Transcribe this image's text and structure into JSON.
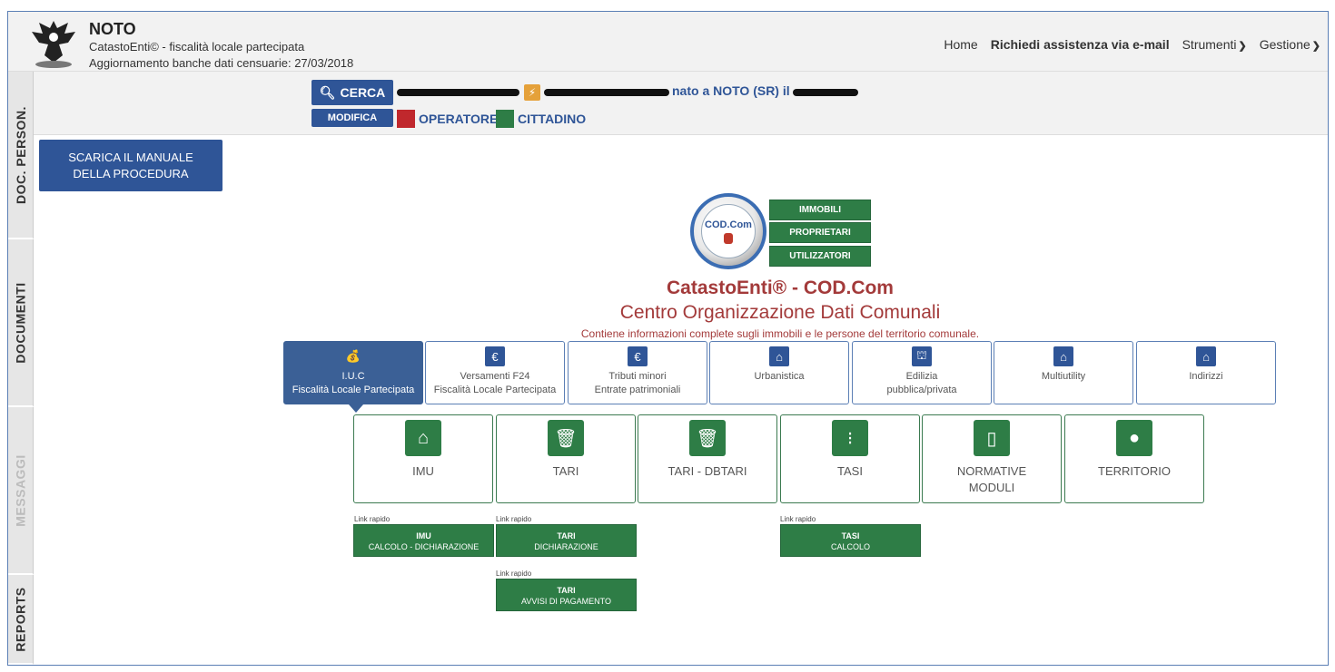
{
  "header": {
    "title": "NOTO",
    "subtitle": "CatastoEnti© - fiscalità locale partecipata",
    "update": "Aggiornamento banche dati censuarie: 27/03/2018",
    "nav": {
      "home": "Home",
      "assist": "Richiedi assistenza via e-mail",
      "tools": "Strumenti",
      "manage": "Gestione"
    }
  },
  "sidebar": {
    "tabs": [
      "DOC. PERSON.",
      "DOCUMENTI",
      "MESSAGGI",
      "REPORTS"
    ]
  },
  "person": {
    "search_label": "CERCA",
    "edit_label": "MODIFICA",
    "birth_text": "nato a NOTO (SR) il",
    "roles": {
      "operator": "OPERATORE",
      "citizen": "CITTADINO"
    },
    "colors": {
      "operator": "#c0282d",
      "citizen": "#2e7d46"
    }
  },
  "manual": {
    "label_line1": "SCARICA IL MANUALE",
    "label_line2": "DELLA PROCEDURA"
  },
  "brand": {
    "logo_text": "COD.Com",
    "buttons": [
      "IMMOBILI",
      "PROPRIETARI",
      "UTILIZZATORI"
    ],
    "title": "CatastoEnti® - COD.Com",
    "subtitle": "Centro Organizzazione Dati Comunali",
    "description": "Contiene informazioni complete sugli immobili e le persone del territorio comunale."
  },
  "categories": [
    {
      "icon": "money-bag-icon",
      "glyph": "💰",
      "line1": "I.U.C",
      "line2": "Fiscalità Locale Partecipata",
      "active": true
    },
    {
      "icon": "euro-icon",
      "glyph": "€",
      "line1": "Versamenti F24",
      "line2": "Fiscalità Locale Partecipata"
    },
    {
      "icon": "euro-icon",
      "glyph": "€",
      "line1": "Tributi minori",
      "line2": "Entrate patrimoniali"
    },
    {
      "icon": "home-icon",
      "glyph": "⌂",
      "line1": "Urbanistica",
      "line2": ""
    },
    {
      "icon": "crane-icon",
      "glyph": "⛫",
      "line1": "Edilizia",
      "line2": "pubblica/privata"
    },
    {
      "icon": "home-icon",
      "glyph": "⌂",
      "line1": "Multiutility",
      "line2": ""
    },
    {
      "icon": "home-icon",
      "glyph": "⌂",
      "line1": "Indirizzi",
      "line2": ""
    }
  ],
  "modules": [
    {
      "icon": "home-icon",
      "glyph": "⌂",
      "line1": "IMU",
      "line2": ""
    },
    {
      "icon": "trash-icon",
      "glyph": "🗑",
      "line1": "TARI",
      "line2": ""
    },
    {
      "icon": "trash-icon",
      "glyph": "🗑",
      "line1": "TARI - DBTARI",
      "line2": ""
    },
    {
      "icon": "traffic-light-icon",
      "glyph": "⁝",
      "line1": "TASI",
      "line2": ""
    },
    {
      "icon": "document-icon",
      "glyph": "▯",
      "line1": "NORMATIVE",
      "line2": "MODULI"
    },
    {
      "icon": "map-pin-icon",
      "glyph": "●",
      "line1": "TERRITORIO",
      "line2": ""
    }
  ],
  "quick_links": {
    "caption": "Link rapido",
    "imu": {
      "title": "IMU",
      "sub": "CALCOLO - DICHIARAZIONE"
    },
    "tari_dich": {
      "title": "TARI",
      "sub": "DICHIARAZIONE"
    },
    "tasi": {
      "title": "TASI",
      "sub": "CALCOLO"
    },
    "tari_avvisi": {
      "title": "TARI",
      "sub": "AVVISI DI PAGAMENTO"
    }
  }
}
